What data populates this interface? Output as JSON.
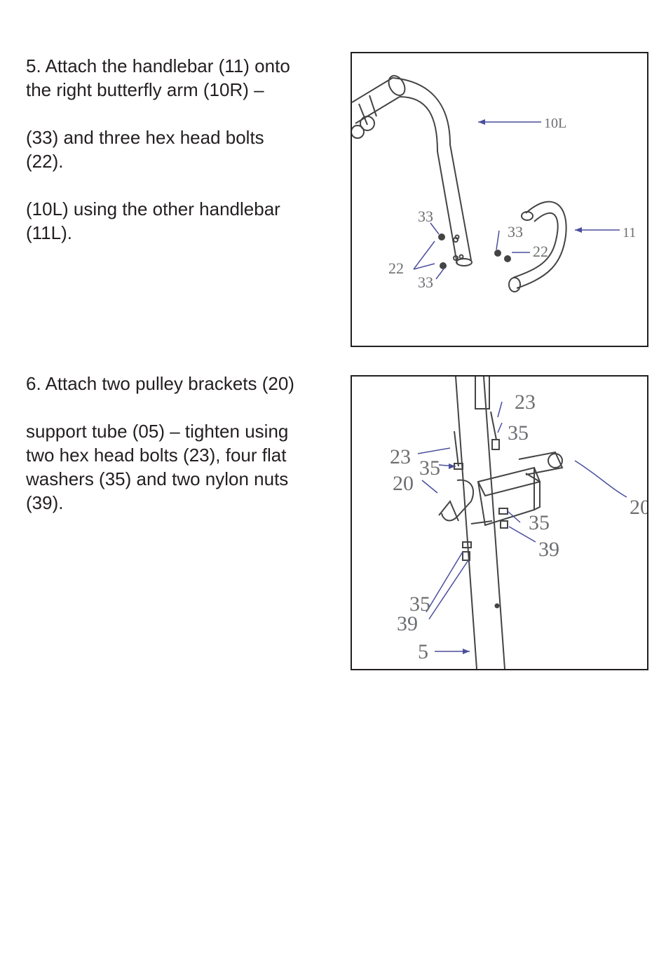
{
  "step5": {
    "line1": "5. Attach the handlebar (11) onto",
    "line2": "the right butterfly arm (10R) –",
    "line3": "(33) and three hex head bolts",
    "line4": "(22).",
    "line5": "(10L) using the other handlebar",
    "line6": "(11L).",
    "figure_labels": {
      "arm": "10L",
      "handlebar": "11",
      "washer_top_left": "33",
      "washer_right": "33",
      "bolt_left": "22",
      "bolt_right": "22",
      "washer_bottom": "33"
    }
  },
  "step6": {
    "line1": "6. Attach two pulley brackets (20)",
    "line2": "support tube (05) – tighten using",
    "line3": "two hex head bolts (23), four flat",
    "line4": "washers (35) and two nylon nuts",
    "line5": "(39).",
    "figure_labels": {
      "bolt_top": "23",
      "washer_top": "35",
      "bolt_left": "23",
      "washer_left": "35",
      "bracket_left": "20",
      "bracket_right": "20",
      "washer_right": "35",
      "nut_right": "39",
      "washer_bottom": "35",
      "nut_bottom": "39",
      "tube": "5"
    }
  },
  "colors": {
    "text": "#231f20",
    "label_gray": "#6d6e71",
    "leader_blue": "#4a4f9c"
  }
}
